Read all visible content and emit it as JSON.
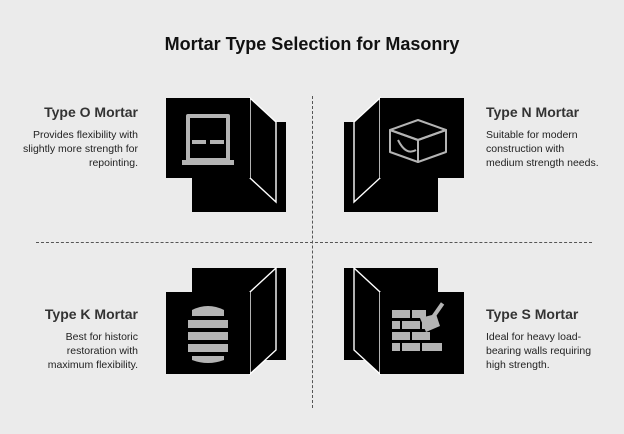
{
  "title": "Mortar Type Selection for Masonry",
  "quadrants": [
    {
      "id": "type-o",
      "title": "Type O Mortar",
      "description": "Provides flexibility with slightly more strength for repointing.",
      "icon": "door-frame-icon"
    },
    {
      "id": "type-n",
      "title": "Type N Mortar",
      "description": "Suitable for modern construction with medium strength needs.",
      "icon": "brick-block-icon"
    },
    {
      "id": "type-k",
      "title": "Type K Mortar",
      "description": "Best for historic restoration with maximum flexibility.",
      "icon": "barrel-column-icon"
    },
    {
      "id": "type-s",
      "title": "Type S Mortar",
      "description": "Ideal for heavy load-bearing walls requiring high strength.",
      "icon": "brick-wall-trowel-icon"
    }
  ],
  "colors": {
    "background": "#ebebeb",
    "block": "#000000",
    "icon": "#b4b4b4",
    "divider": "#555555"
  }
}
